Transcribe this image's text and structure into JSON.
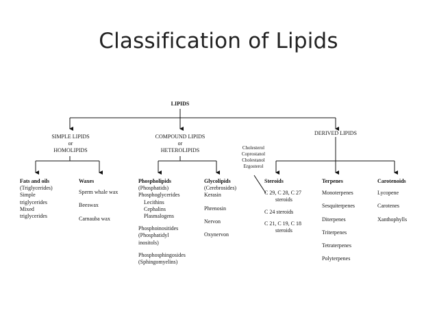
{
  "title": "Classification of Lipids",
  "root": "LIPIDS",
  "simple": {
    "lines": [
      "SIMPLE LIPIDS",
      "or",
      "HOMOLIPIDS"
    ]
  },
  "compound": {
    "lines": [
      "COMPOUND LIPIDS",
      "or",
      "HETEROLIPIDS"
    ]
  },
  "derived": {
    "lines": [
      "DERIVED LIPIDS"
    ]
  },
  "sterols": [
    "Cholesterol",
    "Coprostanol",
    "Cholestanol",
    "Ergosterol"
  ],
  "fats": {
    "heading": "Fats and oils",
    "items": [
      "(Triglycerides)",
      "Simple",
      "triglycerides",
      "Mixed",
      "triglycerides"
    ]
  },
  "waxes": {
    "heading": "Waxes",
    "items": [
      "Sperm whale wax",
      "Beeswax",
      "Carnauba wax"
    ]
  },
  "phospholipids": {
    "heading": "Phospholipids",
    "line1": "(Phosphatids)",
    "line2": "Phosphoglycerides",
    "sub": [
      "Lecithins",
      "Cephalins",
      "Plasmalogens"
    ],
    "more1": [
      "Phosphoinositides",
      "(Phosphatidyl",
      " inositols)"
    ],
    "more2": [
      "Phosphosphingosides",
      "(Sphingomyelins)"
    ]
  },
  "glycolipids": {
    "heading": "Glycolipids",
    "line1": "(Cerebrosides)",
    "items": [
      "Kerasin",
      "Phrenosin",
      "Nervon",
      "Oxynervon"
    ]
  },
  "steroids": {
    "heading": "Steroids",
    "g1": [
      "C 29, C 28, C 27",
      "steroids"
    ],
    "g2": [
      "C 24 steroids"
    ],
    "g3": [
      "C 21, C 19, C 18",
      "steroids"
    ]
  },
  "terpenes": {
    "heading": "Terpenes",
    "items": [
      "Monoterpenes",
      "Sesquiterpenes",
      "Diterpenes",
      "Triterpenes",
      "Tetraterpenes",
      "Polyterpenes"
    ]
  },
  "carotenoids": {
    "heading": "Carotenoids",
    "items": [
      "Lycopene",
      "Carotenes",
      "Xanthophylls"
    ]
  }
}
